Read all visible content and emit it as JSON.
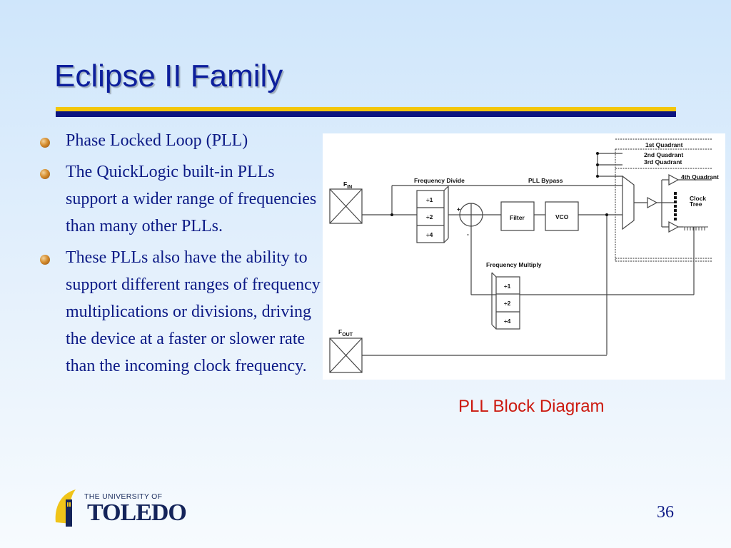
{
  "slide": {
    "title": "Eclipse II Family",
    "page_number": "36",
    "caption": "PLL Block Diagram",
    "colors": {
      "title": "#0d1f9c",
      "accent_gold": "#f3c60a",
      "accent_navy": "#0b1580",
      "caption": "#cc1a10"
    }
  },
  "bullets": [
    {
      "text": "Phase Locked Loop (PLL)"
    },
    {
      "text": "The QuickLogic built-in PLLs support a wider range of frequencies than many other PLLs."
    },
    {
      "text": "These PLLs also have the ability to support different ranges of frequency multiplications or divisions, driving the device at a faster or slower rate than the incoming clock frequency."
    }
  ],
  "diagram": {
    "fin_label": "F",
    "fin_sub": "IN",
    "fout_label": "F",
    "fout_sub": "OUT",
    "frequency_divide": "Frequency Divide",
    "pll_bypass": "PLL Bypass",
    "frequency_multiply": "Frequency Multiply",
    "filter": "Filter",
    "vco": "VCO",
    "plus": "+",
    "minus": "-",
    "div_options": [
      "÷1",
      "÷2",
      "÷4"
    ],
    "mult_options": [
      "÷1",
      "÷2",
      "÷4"
    ],
    "quadrants": [
      "1st Quadrant",
      "2nd Quadrant",
      "3rd Quadrant",
      "4th Quadrant"
    ],
    "clock_tree": [
      "Clock",
      "Tree"
    ]
  },
  "logo": {
    "line1": "THE UNIVERSITY OF",
    "line2": "TOLEDO"
  }
}
